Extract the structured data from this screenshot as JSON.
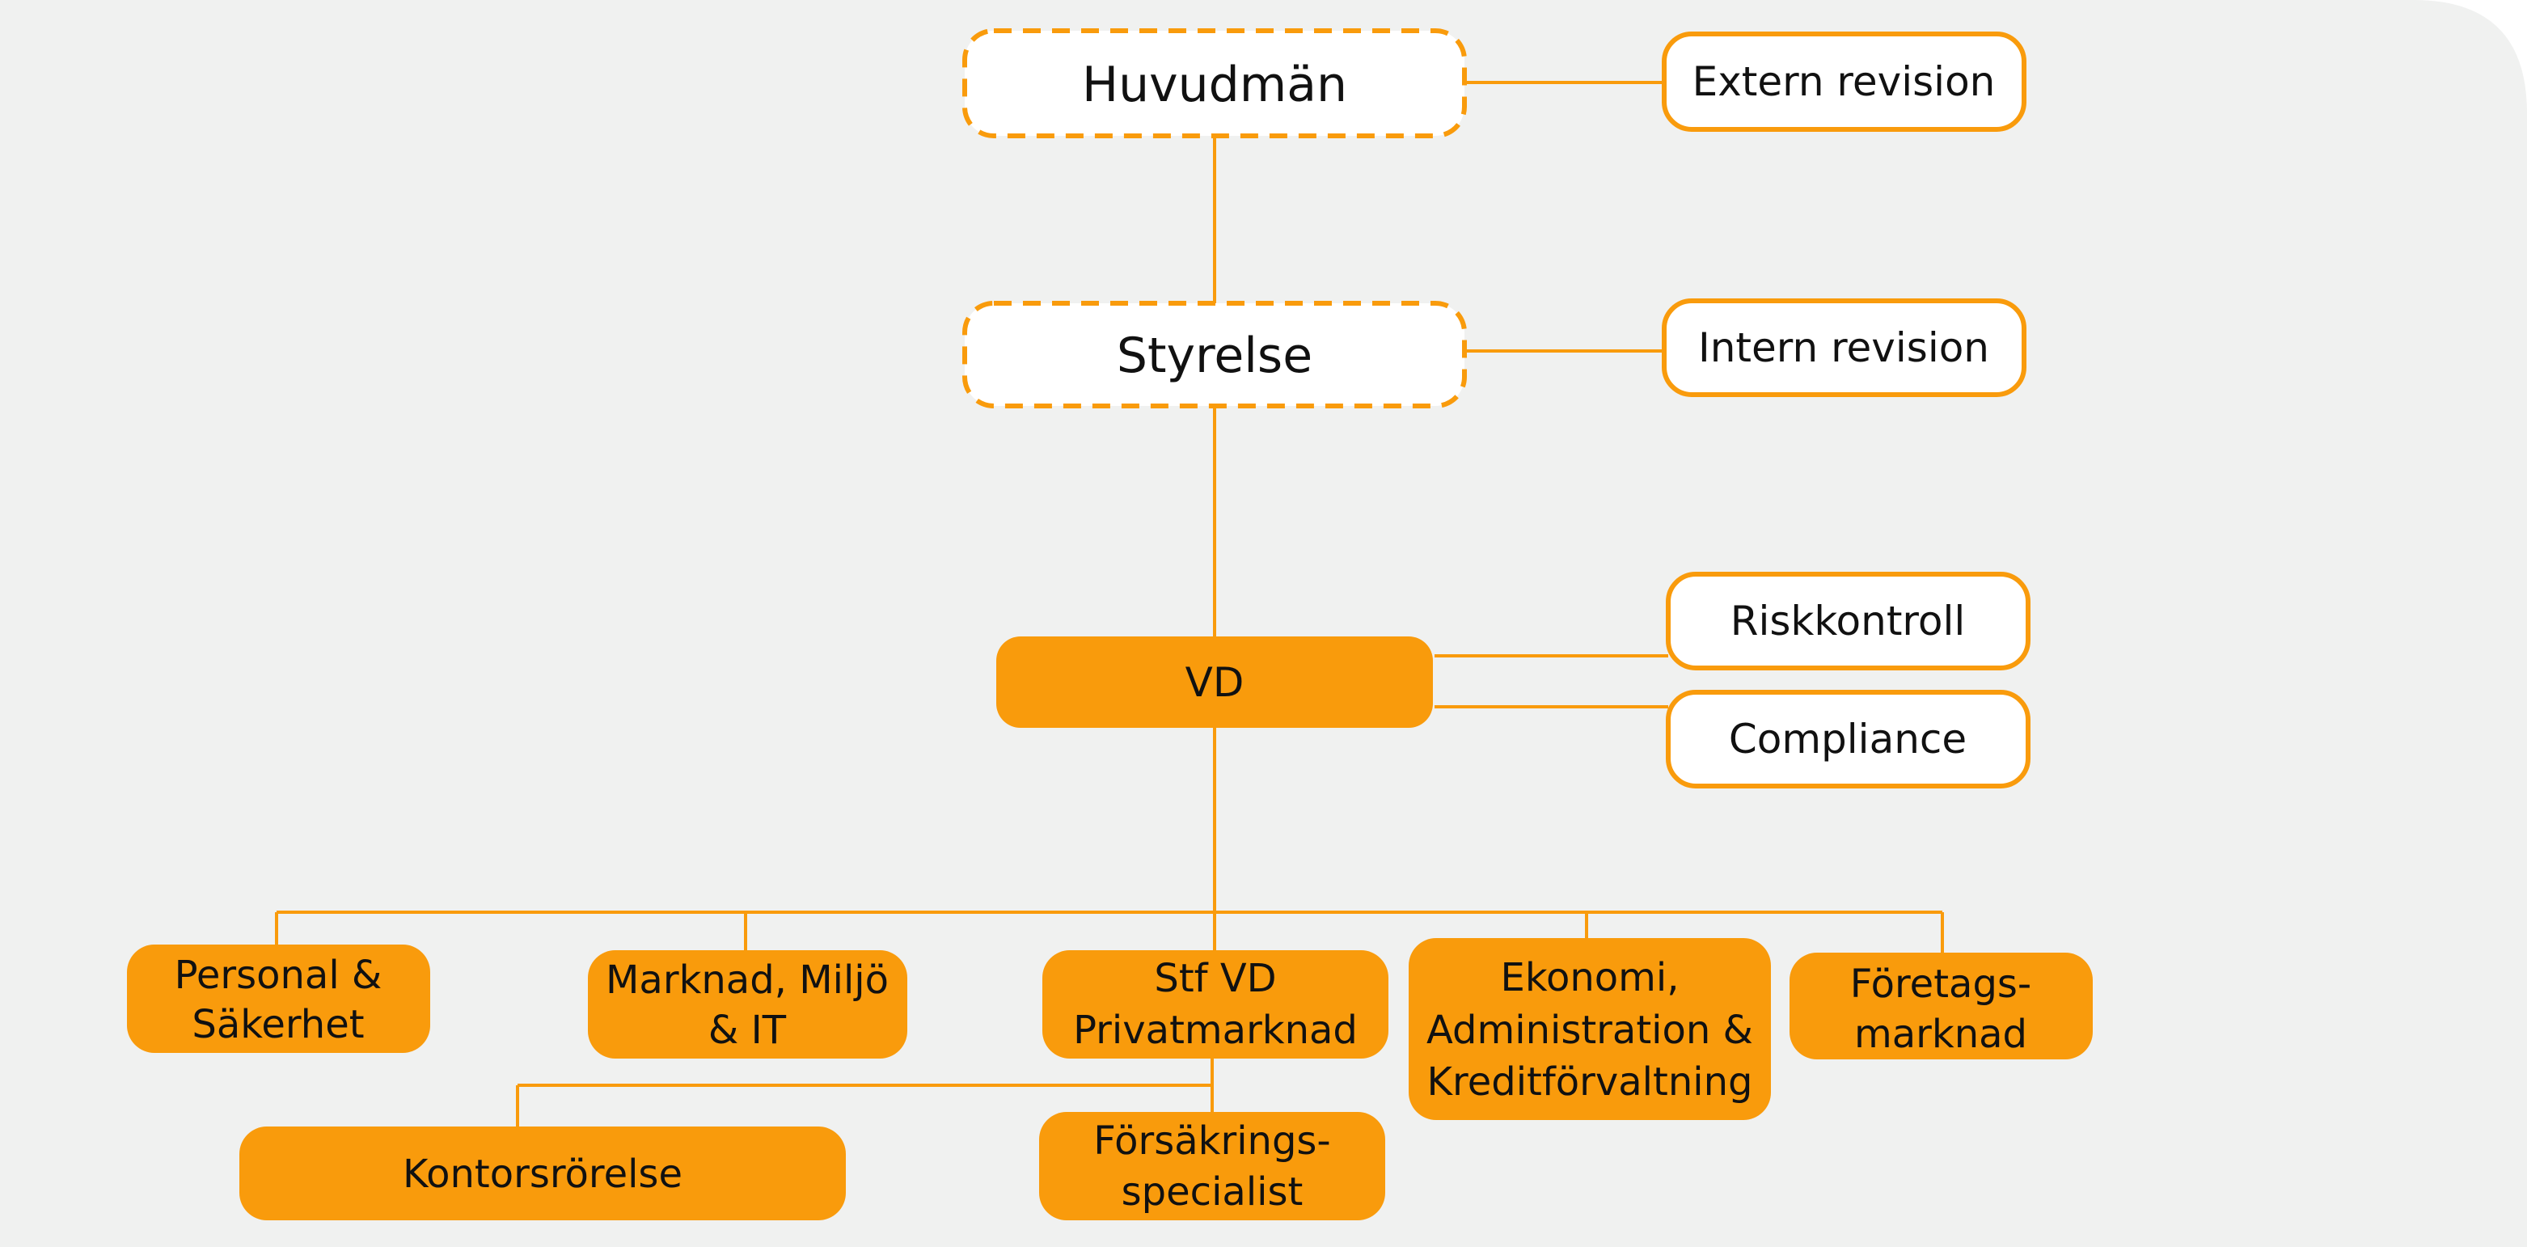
{
  "org_chart": {
    "colors": {
      "background": "#f0f1f0",
      "accent": "#f99b0c",
      "box_fill_light": "#ffffff",
      "text": "#111111"
    },
    "top": {
      "owners": "Huvudmän",
      "board": "Styrelse",
      "ceo": "VD"
    },
    "side": {
      "external_audit": "Extern revision",
      "internal_audit": "Intern revision",
      "risk_control": "Riskkontroll",
      "compliance": "Compliance"
    },
    "departments": [
      {
        "line1": "Personal &",
        "line2": "Säkerhet"
      },
      {
        "line1": "Marknad, Miljö",
        "line2": "& IT"
      },
      {
        "line1": "Stf VD",
        "line2": "Privatmarknad"
      },
      {
        "line1": "Ekonomi,",
        "line2": "Administration &",
        "line3": "Kreditförvaltning"
      },
      {
        "line1": "Företags-",
        "line2": "marknad"
      }
    ],
    "sub_units": {
      "branch_operations": "Kontorsrörelse",
      "insurance": {
        "line1": "Försäkrings-",
        "line2": "specialist"
      }
    }
  }
}
